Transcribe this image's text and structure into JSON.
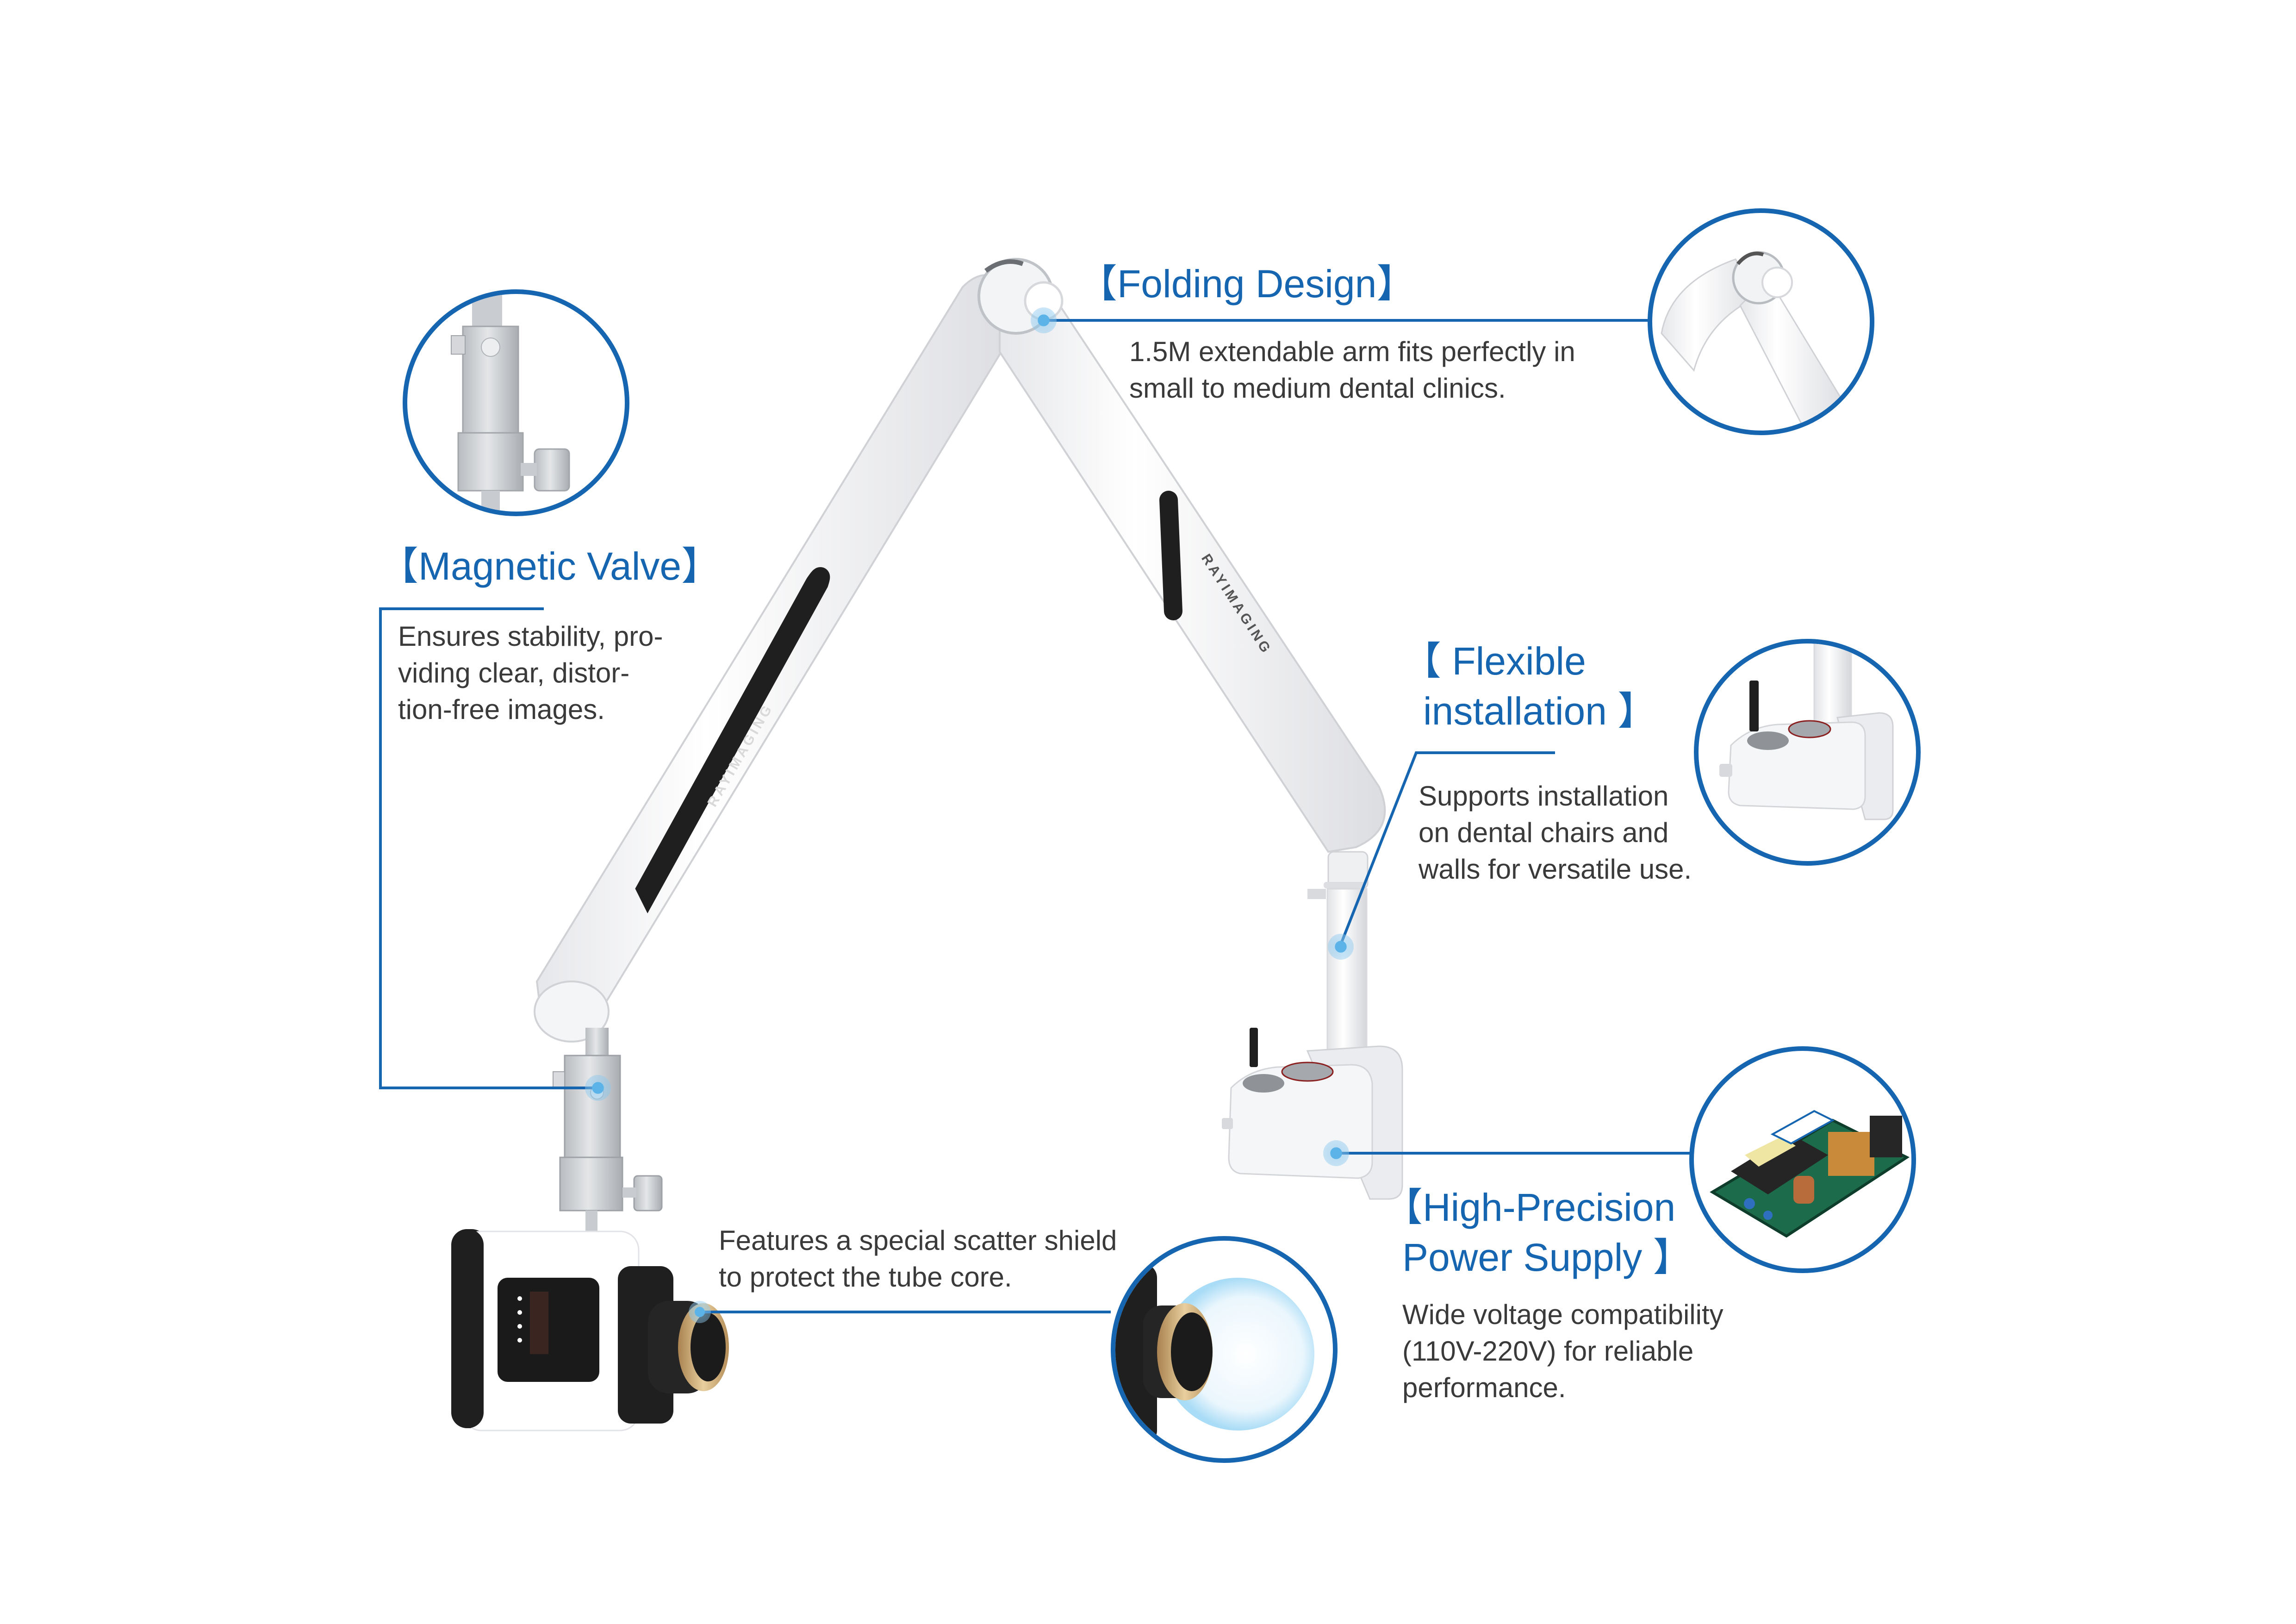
{
  "brand": {
    "arm_logo_text": "RAYIMAGING",
    "arm_logo_mark": "R"
  },
  "colors": {
    "accent": "#1565b0",
    "text": "#3a3a3a",
    "hotspot": "#5cb3e8",
    "gold": "#c9a36a",
    "device_dark": "#1f1f1f"
  },
  "features": [
    {
      "id": "folding-design",
      "title": "【Folding Design】",
      "description_lines": [
        "1.5M extendable arm fits perfectly in",
        "small to medium dental clinics."
      ],
      "inset_image": "folding-joint-closeup"
    },
    {
      "id": "magnetic-valve",
      "title": "【Magnetic Valve】",
      "description_lines": [
        "Ensures stability, pro-",
        "viding clear, distor-",
        "tion-free images."
      ],
      "inset_image": "magnetic-valve-closeup"
    },
    {
      "id": "flexible-installation",
      "title_lines": [
        "【 Flexible",
        "installation 】"
      ],
      "description_lines": [
        "Supports installation",
        "on dental chairs and",
        "walls for versatile use."
      ],
      "inset_image": "wall-mount-bracket-closeup"
    },
    {
      "id": "scatter-shield",
      "description_lines": [
        "Features a special scatter shield",
        "to protect the tube core."
      ],
      "inset_image": "scatter-shield-closeup"
    },
    {
      "id": "power-supply",
      "title_lines": [
        "【High-Precision",
        "Power Supply 】"
      ],
      "description_lines": [
        "Wide voltage compatibility",
        "(110V-220V) for reliable",
        "performance."
      ],
      "inset_image": "power-supply-board-closeup"
    }
  ]
}
